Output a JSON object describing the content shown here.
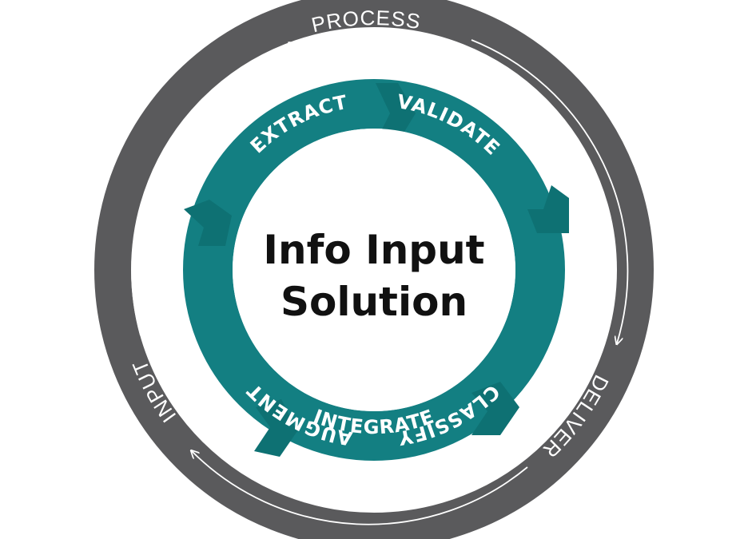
{
  "outer_ring": {
    "labels": {
      "process": "PROCESS",
      "deliver": "DELIVER",
      "input": "INPUT"
    }
  },
  "inner_ring": {
    "stages": {
      "extract": "EXTRACT",
      "validate": "VALIDATE",
      "augment": "AUGMENT",
      "integrate": "INTEGRATE",
      "classify": "CLASSIFY"
    }
  },
  "center": {
    "line1": "Info Input",
    "line2": "Solution"
  },
  "colors": {
    "outer_ring": "#5a5a5c",
    "inner_ring": "#137f82",
    "inner_ring_dark": "#0d6e70",
    "arrows": "#ffffff",
    "center_text": "#111111"
  }
}
